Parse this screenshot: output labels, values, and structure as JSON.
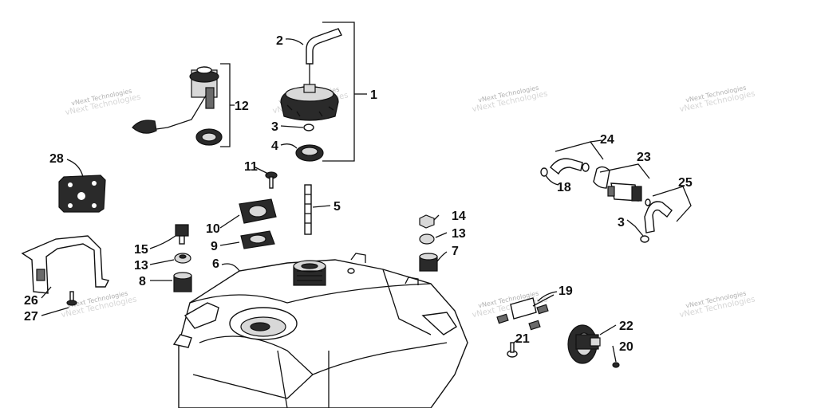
{
  "diagram": {
    "callouts": {
      "c1": "1",
      "c2": "2",
      "c3a": "3",
      "c3b": "3",
      "c4": "4",
      "c5": "5",
      "c6": "6",
      "c7": "7",
      "c8": "8",
      "c9": "9",
      "c10": "10",
      "c11": "11",
      "c12": "12",
      "c13a": "13",
      "c13b": "13",
      "c14": "14",
      "c15": "15",
      "c18": "18",
      "c19": "19",
      "c20": "20",
      "c21": "21",
      "c22": "22",
      "c23": "23",
      "c24": "24",
      "c25": "25",
      "c26": "26",
      "c27": "27",
      "c28": "28"
    },
    "watermark": "vNext Technologies"
  }
}
